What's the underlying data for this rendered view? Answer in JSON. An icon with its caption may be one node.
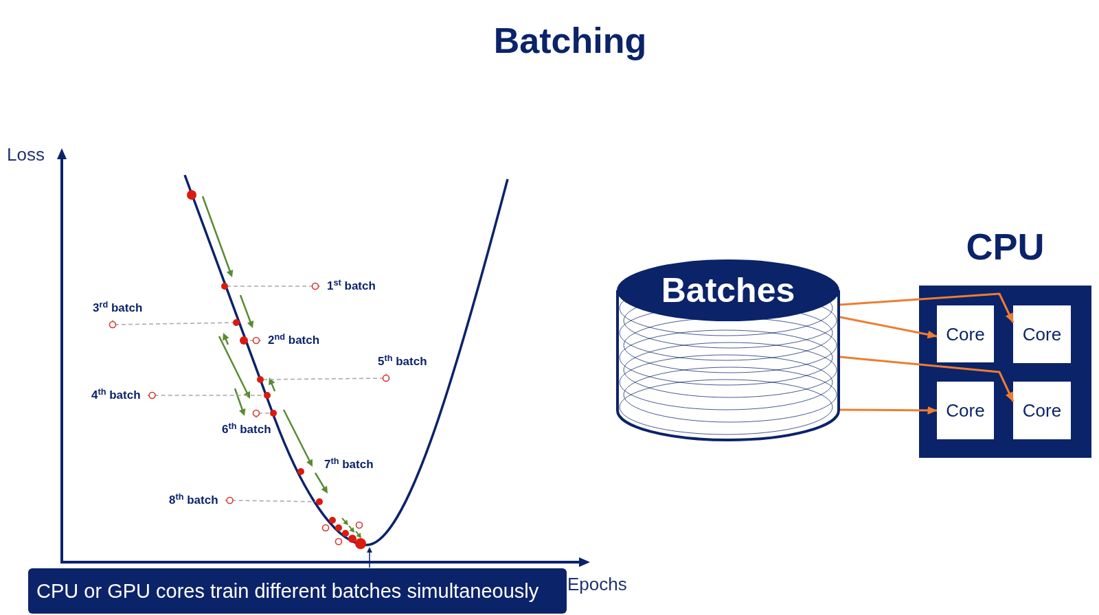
{
  "diagram": {
    "title": "Batching",
    "caption": "CPU or GPU cores train different batches simultaneously",
    "nodes": [
      {
        "text": [
          "1$^{st}$ batch"
        ]
      },
      {
        "text": [],
        "shape": "circle"
      },
      {
        "text": [
          "3$^{rd}$ batch"
        ]
      },
      {
        "text": [],
        "shape": "circle"
      },
      {
        "text": [
          "2$^{nd}$ batch"
        ]
      },
      {
        "text": [],
        "shape": "circle"
      },
      {
        "text": [
          "5$^{th}$ batch"
        ]
      },
      {
        "text": [],
        "shape": "circle"
      },
      {
        "text": [
          "4$^{th}$ batch"
        ]
      },
      {
        "text": [],
        "shape": "circle"
      },
      {
        "text": [
          "6$^{th}$ batch"
        ]
      },
      {
        "text": [],
        "shape": "circle"
      },
      {
        "text": [
          "8$^{th}$ batch"
        ]
      },
      {
        "text": [],
        "shape": "circle"
      },
      {
        "text": [
          "Batches"
        ]
      },
      {
        "text": [
          "CPU"
        ]
      },
      {
        "text": [
          "Core"
        ],
        "in": 15
      },
      {
        "text": [
          "Core"
        ],
        "in": 15
      },
      {
        "text": [
          "Core"
        ],
        "in": 15
      },
      {
        "text": [
          "Core"
        ],
        "in": 15
      }
    ],
    "edges": [
      {
        "from": 0,
        "to": 1,
        "arrow": "other",
        "style": "dashed"
      },
      {
        "from": 2,
        "to": 3,
        "arrow": "other",
        "style": "dashed"
      },
      {
        "from": 4,
        "to": 5,
        "arrow": "other",
        "style": "dashed"
      },
      {
        "from": 6,
        "to": 7,
        "arrow": "other",
        "style": "dashed"
      },
      {
        "from": 8,
        "to": 9,
        "arrow": "other",
        "style": "dashed"
      },
      {
        "from": 10,
        "to": 11,
        "arrow": "other",
        "style": "dashed"
      },
      {
        "from": 12,
        "to": 13,
        "arrow": "other",
        "style": "dashed"
      },
      {
        "from": 14,
        "to": 16,
        "arrow": "to",
        "color": "#ed7d31"
      },
      {
        "from": 14,
        "to": 17,
        "arrow": "to",
        "color": "#ed7d31"
      },
      {
        "from": 14,
        "to": 19,
        "arrow": "to",
        "color": "#ed7d31"
      },
      {
        "from": 14,
        "to": 18,
        "arrow": "to",
        "color": "#ed7d31"
      }
    ],
    "labels": [
      "Loss",
      "7$^{th}$ batch",
      "Epochs"
    ]
  }
}
